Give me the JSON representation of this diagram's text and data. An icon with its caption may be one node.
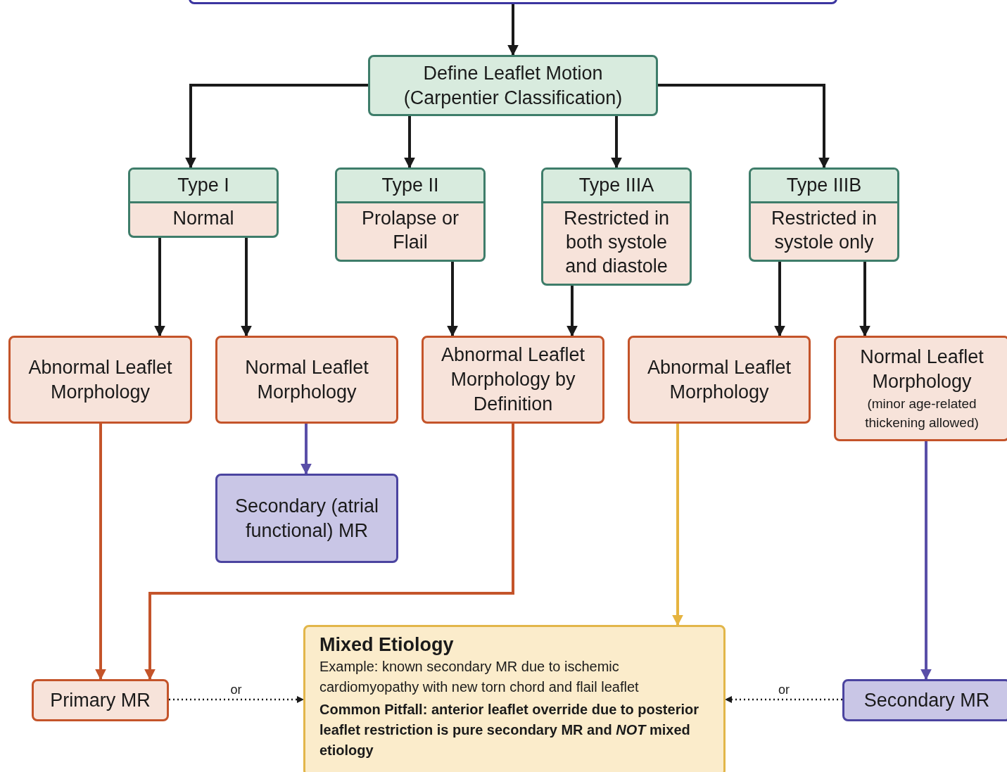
{
  "diagram": {
    "nodes": [
      {
        "text": [],
        "shape": "box"
      },
      {
        "text": [
          "Define Leaflet Motion (Carpentier Classification)"
        ]
      },
      {
        "text": [
          "Type I",
          "Normal"
        ]
      },
      {
        "text": [
          "Type II",
          "Prolapse or Flail"
        ]
      },
      {
        "text": [
          "Type IIIA",
          "Restricted in both systole and diastole"
        ]
      },
      {
        "text": [
          "Type IIIB",
          "Restricted in systole only"
        ]
      },
      {
        "text": [
          "Abnormal Leaflet Morphology"
        ]
      },
      {
        "text": [
          "Normal Leaflet Morphology"
        ]
      },
      {
        "text": [
          "Abnormal Leaflet Morphology by Definition"
        ]
      },
      {
        "text": [
          "Abnormal Leaflet Morphology"
        ]
      },
      {
        "text": [
          "Normal Leaflet Morphology",
          "(minor age-related thickening allowed)"
        ]
      },
      {
        "text": [
          "Secondary (atrial functional) MR"
        ]
      },
      {
        "text": [
          "Primary MR"
        ]
      },
      {
        "text": [
          "Mixed Etiology",
          "Example: known secondary MR due to ischemic cardiomyopathy with new torn chord and flail leaflet",
          "Common Pitfall: anterior leaflet override due to posterior leaflet restriction is pure secondary MR and *NOT* mixed etiology"
        ]
      },
      {
        "text": [
          "Secondary MR"
        ]
      }
    ],
    "edges": [
      {
        "from": 0,
        "to": 1,
        "arrow": "to"
      },
      {
        "from": 1,
        "to": 2,
        "arrow": "to"
      },
      {
        "from": 1,
        "to": 3,
        "arrow": "to"
      },
      {
        "from": 1,
        "to": 4,
        "arrow": "to"
      },
      {
        "from": 1,
        "to": 5,
        "arrow": "to"
      },
      {
        "from": 2,
        "to": 6,
        "arrow": "to"
      },
      {
        "from": 2,
        "to": 7,
        "arrow": "to"
      },
      {
        "from": 3,
        "to": 8,
        "arrow": "to"
      },
      {
        "from": 4,
        "to": 8,
        "arrow": "to"
      },
      {
        "from": 5,
        "to": 9,
        "arrow": "to"
      },
      {
        "from": 5,
        "to": 10,
        "arrow": "to"
      },
      {
        "from": 7,
        "to": 11,
        "arrow": "to",
        "color": "#5a4fa8"
      },
      {
        "from": 6,
        "to": 12,
        "arrow": "to",
        "color": "#c4542a"
      },
      {
        "from": 8,
        "to": 12,
        "arrow": "to",
        "color": "#c4542a"
      },
      {
        "from": 9,
        "to": 13,
        "arrow": "to",
        "color": "#e6b440"
      },
      {
        "from": 10,
        "to": 14,
        "arrow": "to",
        "color": "#5a4fa8"
      },
      {
        "from": 12,
        "to": 13,
        "arrow": "to",
        "label": "or",
        "style": "dashed"
      },
      {
        "from": 14,
        "to": 13,
        "arrow": "to",
        "label": "or",
        "style": "dashed"
      }
    ]
  }
}
